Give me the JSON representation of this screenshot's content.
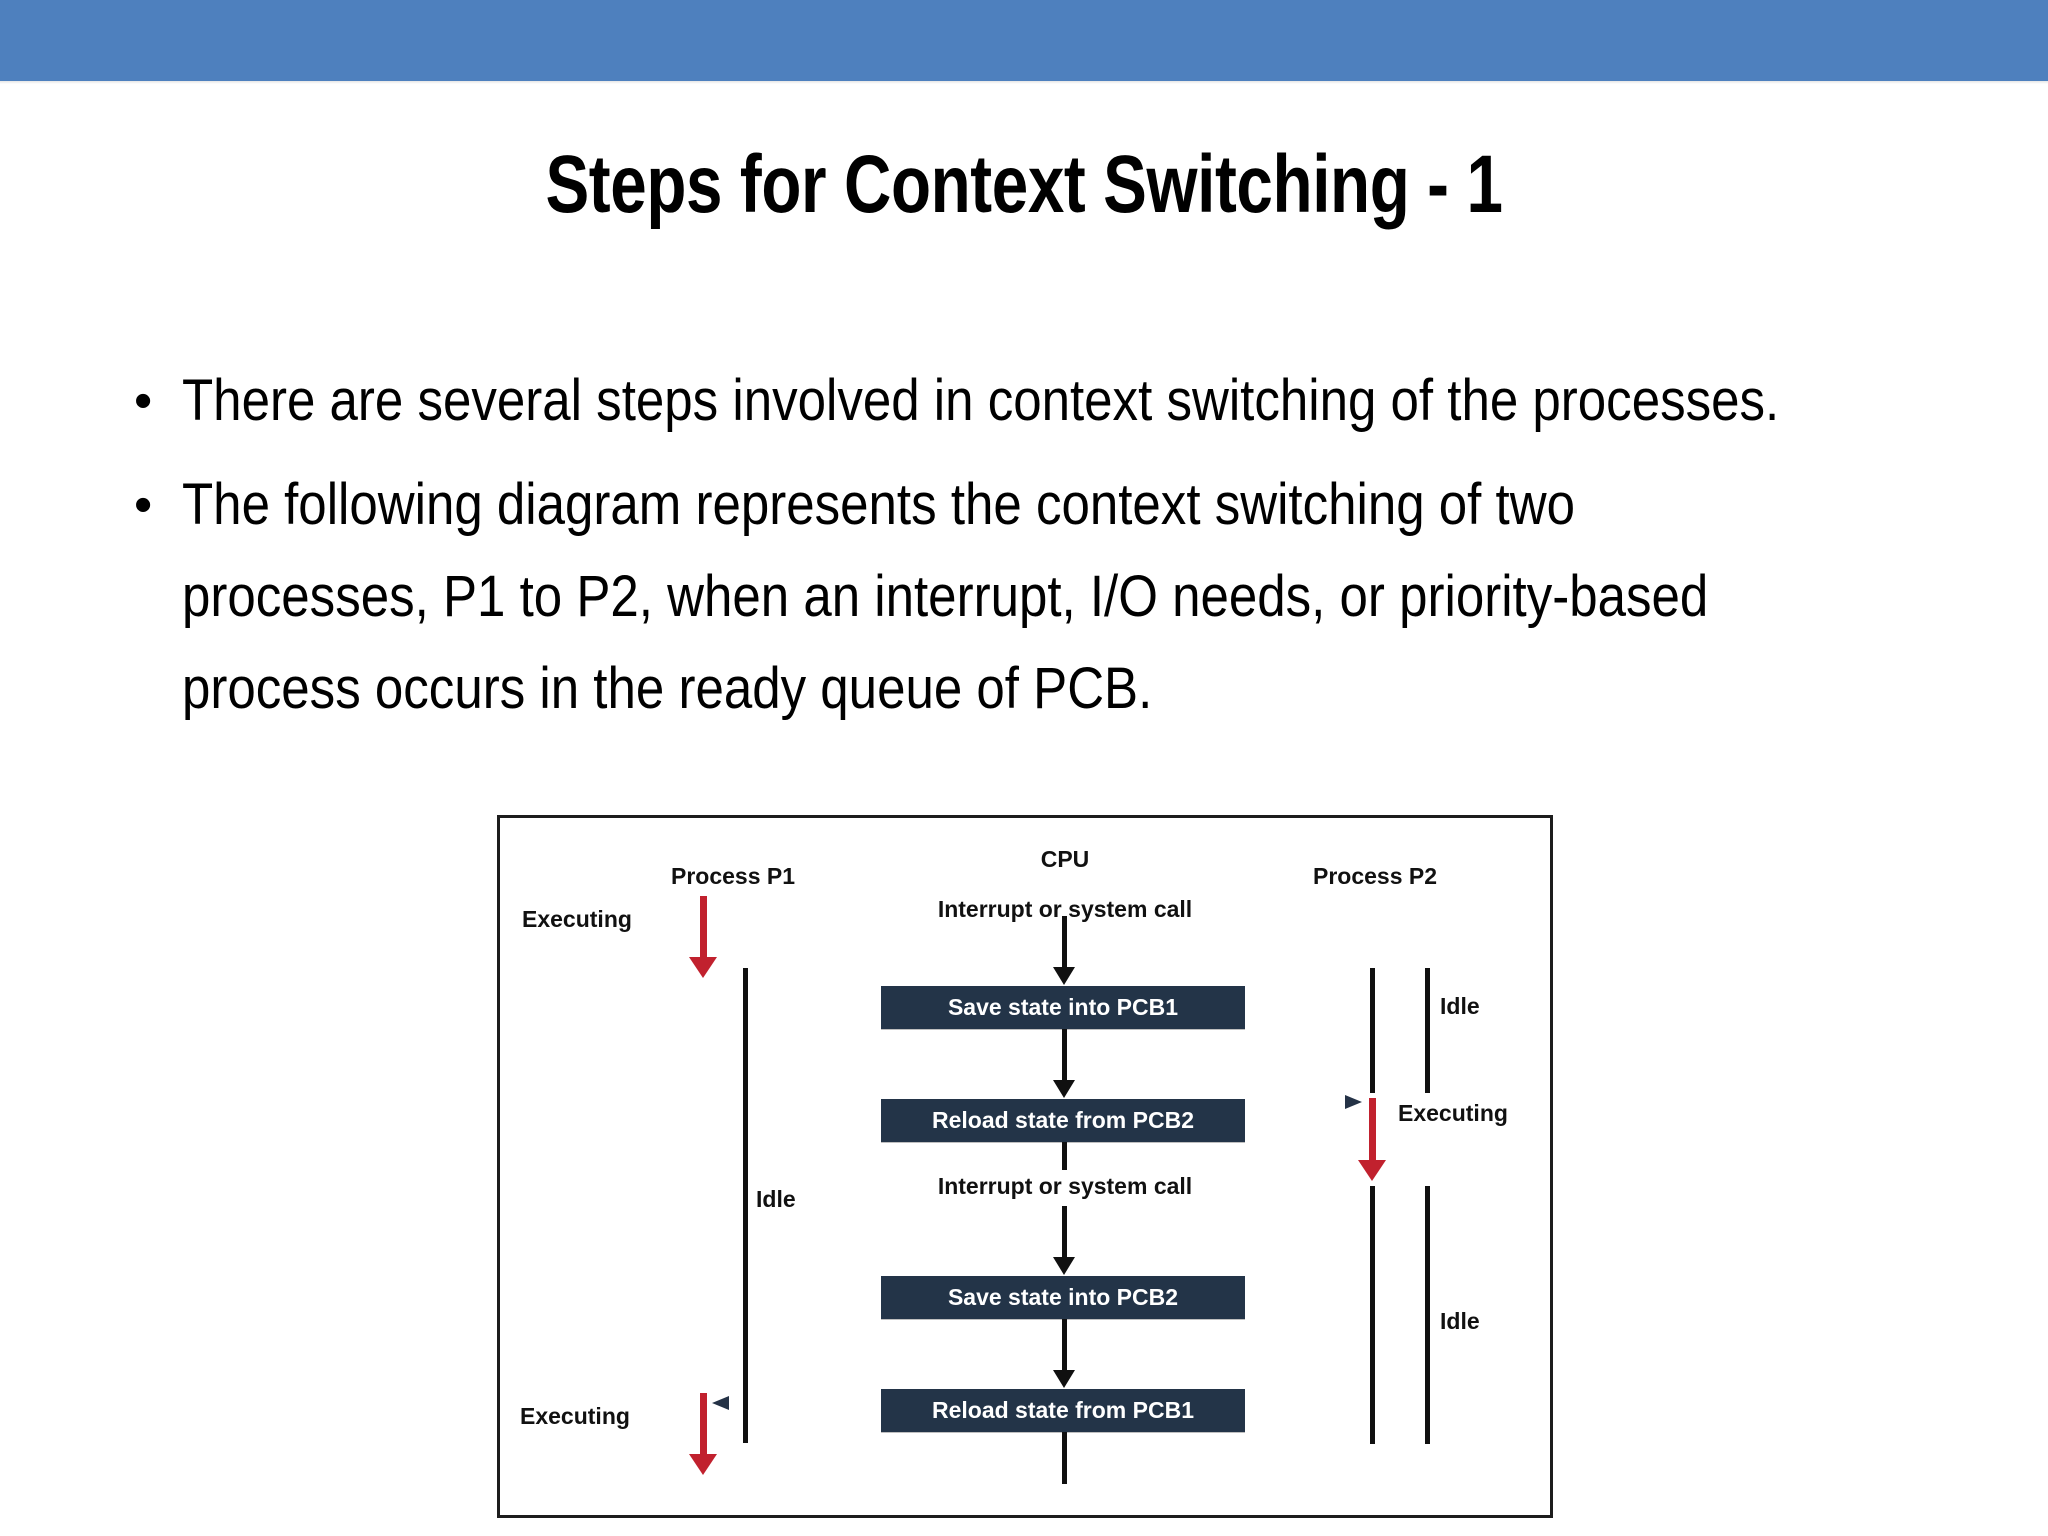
{
  "slide": {
    "title": "Steps for Context Switching - 1",
    "accent_color": "#4e80be",
    "bullets": [
      "There are several steps involved in context switching of the processes.",
      "The following diagram represents the context switching of two processes, P1 to P2, when an interrupt, I/O needs, or priority-based process occurs in the ready queue of PCB."
    ],
    "bullet_marker": "•"
  },
  "diagram": {
    "box_fill_color": "#233448",
    "arrow_color": "#c1212e",
    "columns": {
      "left": "Process P1",
      "center": "CPU",
      "right": "Process P2"
    },
    "cpu_steps": [
      "Save state into PCB1",
      "Reload state from PCB2",
      "Save state into PCB2",
      "Reload state from PCB1"
    ],
    "cpu_triggers": [
      "Interrupt or system call",
      "Interrupt or system call"
    ],
    "p1_states": [
      "Executing",
      "Idle",
      "Executing"
    ],
    "p2_states": [
      "Idle",
      "Executing",
      "Idle"
    ]
  }
}
